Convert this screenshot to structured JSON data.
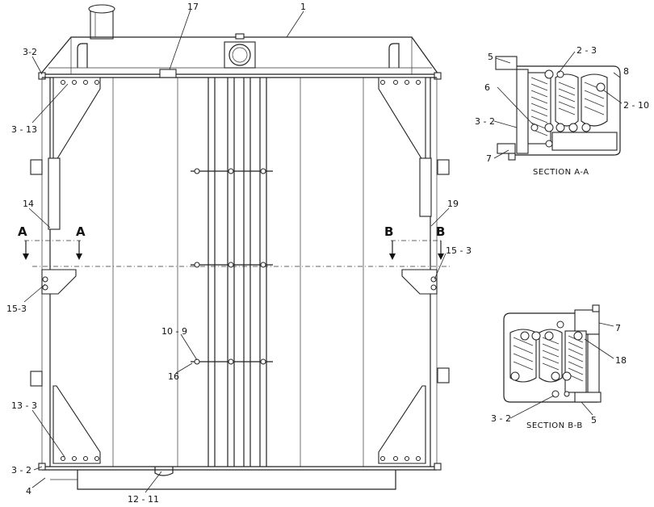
{
  "labels": {
    "l1": "1",
    "l17": "17",
    "l3_2_top": "3-2",
    "l3_13": "3 - 13",
    "l14": "14",
    "lA_left": "A",
    "lA_right": "A",
    "l15_3_left": "15-3",
    "l10_9": "10 - 9",
    "l16": "16",
    "l13_3": "13 - 3",
    "l3_2_bottom": "3 - 2",
    "l4": "4",
    "l12_11": "12 - 11",
    "l19": "19",
    "lB_left": "B",
    "lB_right": "B",
    "l15_3_right": "15 - 3"
  },
  "section_aa": {
    "title": "SECTION  A-A",
    "l5": "5",
    "l2_3": "2 - 3",
    "l8": "8",
    "l6": "6",
    "l2_10": "2 - 10",
    "l3_2": "3 - 2",
    "l7": "7"
  },
  "section_bb": {
    "title": "SECTION  B-B",
    "l7": "7",
    "l18": "18",
    "l3_2": "3 - 2",
    "l5": "5"
  }
}
